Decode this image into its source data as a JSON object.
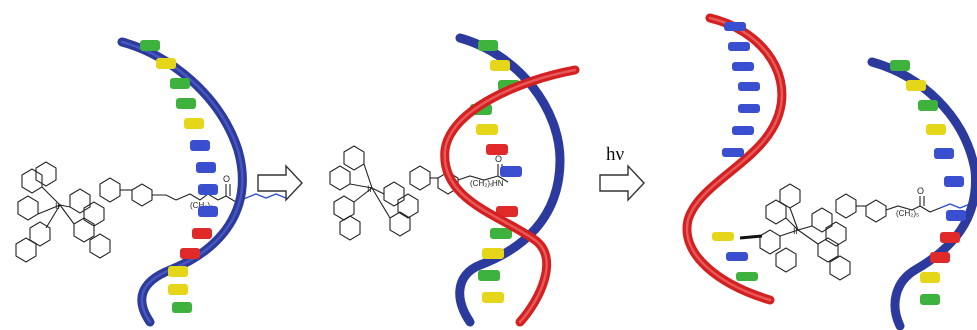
{
  "figure": {
    "arrow_label": "hν",
    "panels": [
      {
        "name": "probe-attached-to-single-strand",
        "strands": [
          "blue"
        ]
      },
      {
        "name": "hybridized-duplex",
        "strands": [
          "blue",
          "red"
        ]
      },
      {
        "name": "photo-cleaved-products",
        "strands": [
          "red",
          "blue"
        ]
      }
    ],
    "colors": {
      "strand_blue": "#2b3a9c",
      "strand_red": "#d42020",
      "base_green": "#3db33d",
      "base_yellow": "#e6d619",
      "base_red": "#e02a2a",
      "base_blue": "#3a4fd0",
      "linker_blue": "#2f4fcf",
      "molecule": "#222222"
    }
  }
}
